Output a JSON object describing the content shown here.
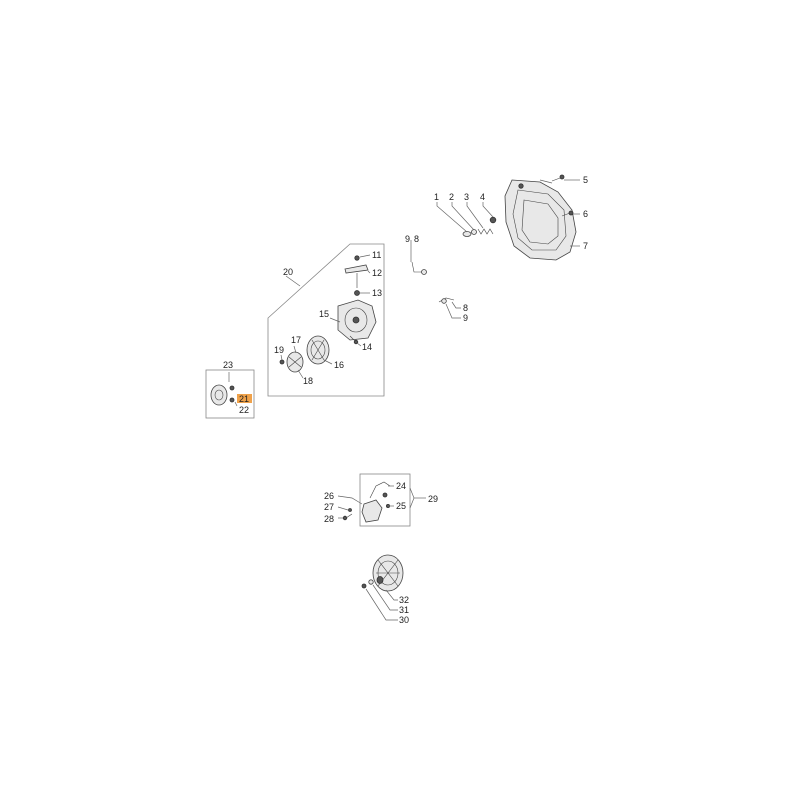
{
  "diagram": {
    "labels": {
      "1": "1",
      "2": "2",
      "3": "3",
      "4": "4",
      "5": "5",
      "6": "6",
      "7": "7",
      "8a": "8",
      "9a": "9",
      "8b": "8",
      "9b": "9",
      "11": "11",
      "12": "12",
      "13": "13",
      "14": "14",
      "15": "15",
      "16": "16",
      "17": "17",
      "18": "18",
      "19": "19",
      "20": "20",
      "21": "21",
      "22": "22",
      "23": "23",
      "24": "24",
      "25": "25",
      "26": "26",
      "27": "27",
      "28": "28",
      "29": "29",
      "30": "30",
      "31": "31",
      "32": "32"
    },
    "highlight_color": "#f0a24a"
  }
}
